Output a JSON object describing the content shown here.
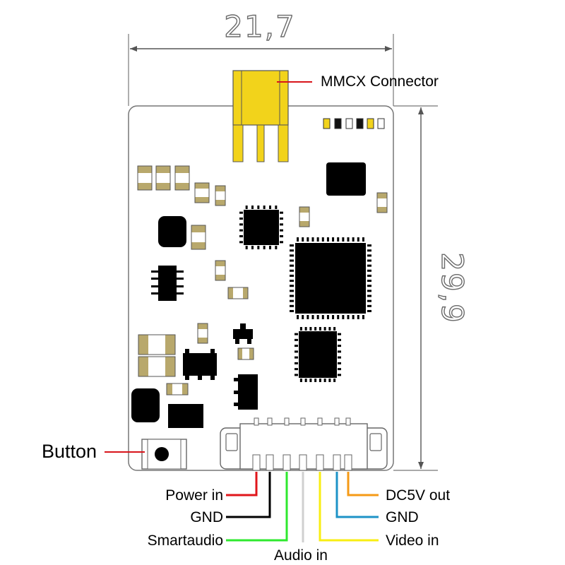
{
  "dimensions": {
    "width": "21,7",
    "height": "29,9"
  },
  "labels": {
    "mmcx": "MMCX  Connector",
    "button": "Button",
    "power_in": "Power in",
    "gnd_left": "GND",
    "smartaudio": "Smartaudio",
    "audio_in": "Audio in",
    "video_in": "Video in",
    "gnd_right": "GND",
    "dc5v_out": "DC5V out"
  },
  "colors": {
    "power_in": "#e0161b",
    "gnd_left": "#000000",
    "smartaudio": "#2ee82e",
    "audio_in": "#d0d0d0",
    "video_in": "#f8ee12",
    "gnd_right": "#1d93c7",
    "dc5v_out": "#f59a16",
    "connector": "#f2d31b",
    "callout": "#d8151b"
  }
}
